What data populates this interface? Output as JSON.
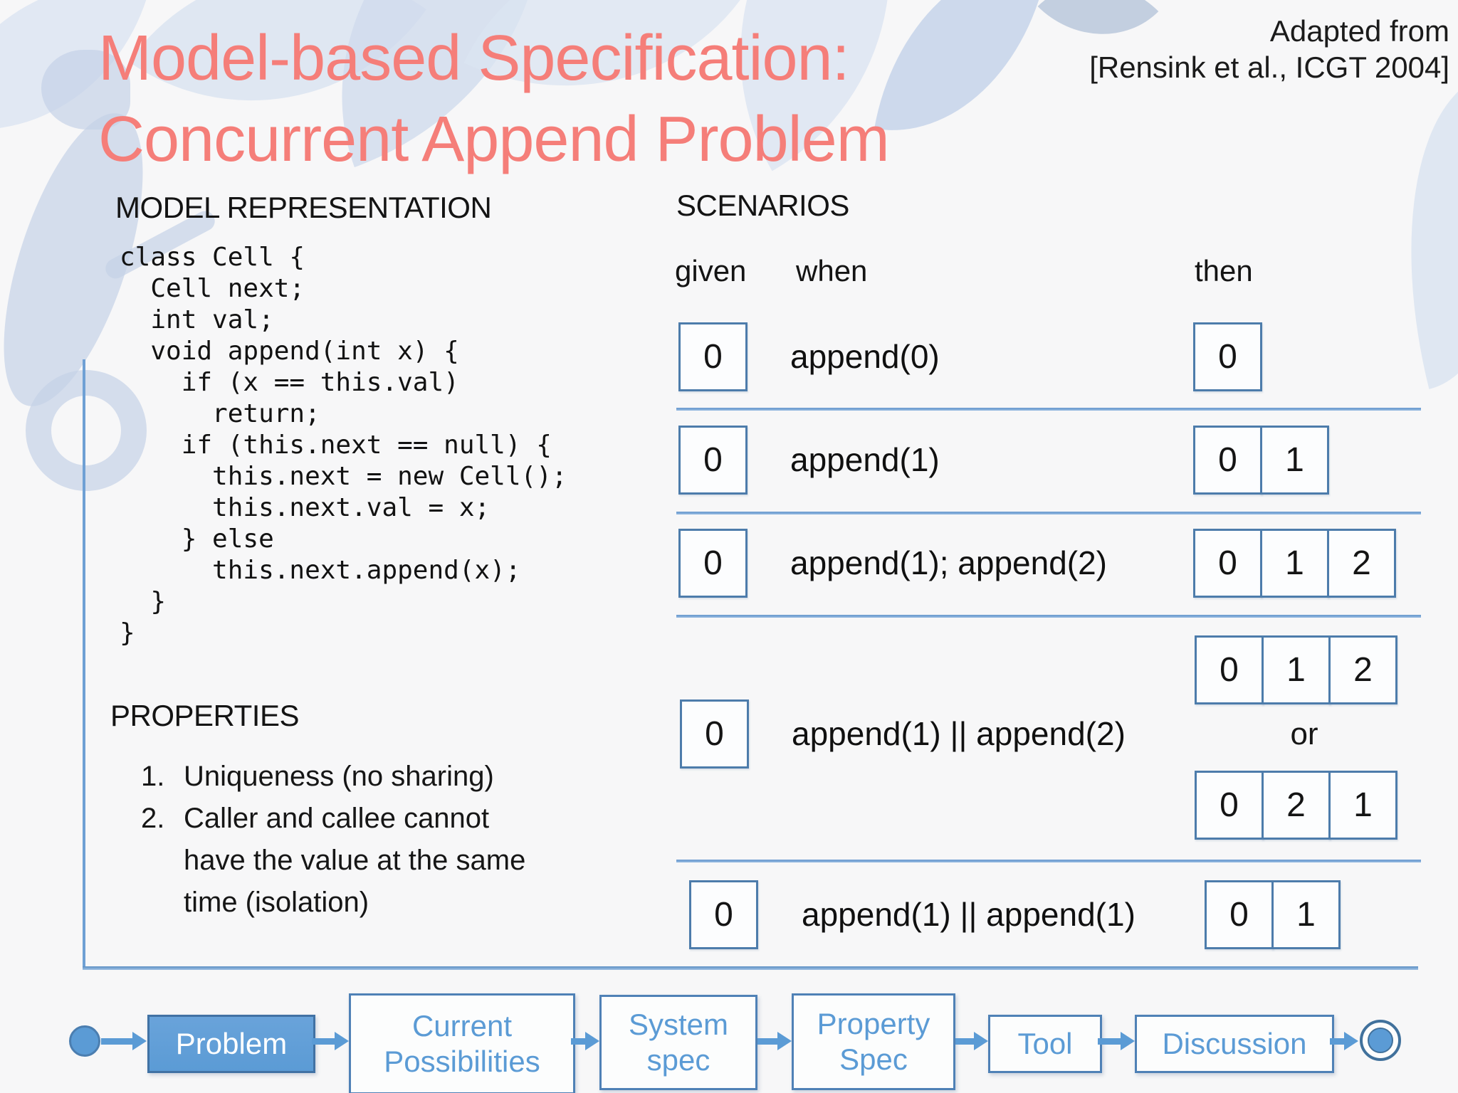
{
  "title": {
    "line1": "Model-based Specification:",
    "line2": "Concurrent Append Problem"
  },
  "attribution": {
    "line1": "Adapted from",
    "line2": "[Rensink et al., ICGT 2004]"
  },
  "model": {
    "heading": "MODEL REPRESENTATION",
    "code": "class Cell {\n  Cell next;\n  int val;\n  void append(int x) {\n    if (x == this.val)\n      return;\n    if (this.next == null) {\n      this.next = new Cell();\n      this.next.val = x;\n    } else\n      this.next.append(x);\n  }\n}"
  },
  "properties": {
    "heading": "PROPERTIES",
    "items": [
      {
        "number": "1.",
        "text": "Uniqueness (no sharing)"
      },
      {
        "number": "2.",
        "text": "Caller and callee cannot have the value at the same time (isolation)"
      }
    ]
  },
  "scenarios": {
    "heading": "SCENARIOS",
    "columns": {
      "given": "given",
      "when": "when",
      "then": "then"
    },
    "or_label": "or",
    "rows": [
      {
        "given": [
          "0"
        ],
        "when": "append(0)",
        "then_a": [
          "0"
        ]
      },
      {
        "given": [
          "0"
        ],
        "when": "append(1)",
        "then_a": [
          "0",
          "1"
        ]
      },
      {
        "given": [
          "0"
        ],
        "when": "append(1); append(2)",
        "then_a": [
          "0",
          "1",
          "2"
        ]
      },
      {
        "given": [
          "0"
        ],
        "when": "append(1) || append(2)",
        "then_a": [
          "0",
          "1",
          "2"
        ],
        "then_b": [
          "0",
          "2",
          "1"
        ]
      },
      {
        "given": [
          "0"
        ],
        "when": "append(1) || append(1)",
        "then_a": [
          "0",
          "1"
        ]
      }
    ]
  },
  "flow": {
    "steps": [
      {
        "label": "Problem",
        "active": true
      },
      {
        "label": "Current Possibilities",
        "active": false
      },
      {
        "label": "System spec",
        "active": false
      },
      {
        "label": "Property Spec",
        "active": false
      },
      {
        "label": "Tool",
        "active": false
      },
      {
        "label": "Discussion",
        "active": false
      }
    ]
  },
  "colors": {
    "title": "#f57e79",
    "accent_blue": "#5b9bd5",
    "cell_border": "#4d7cab",
    "separator": "#6fa0d4",
    "watermark": "#c4d2e7"
  }
}
